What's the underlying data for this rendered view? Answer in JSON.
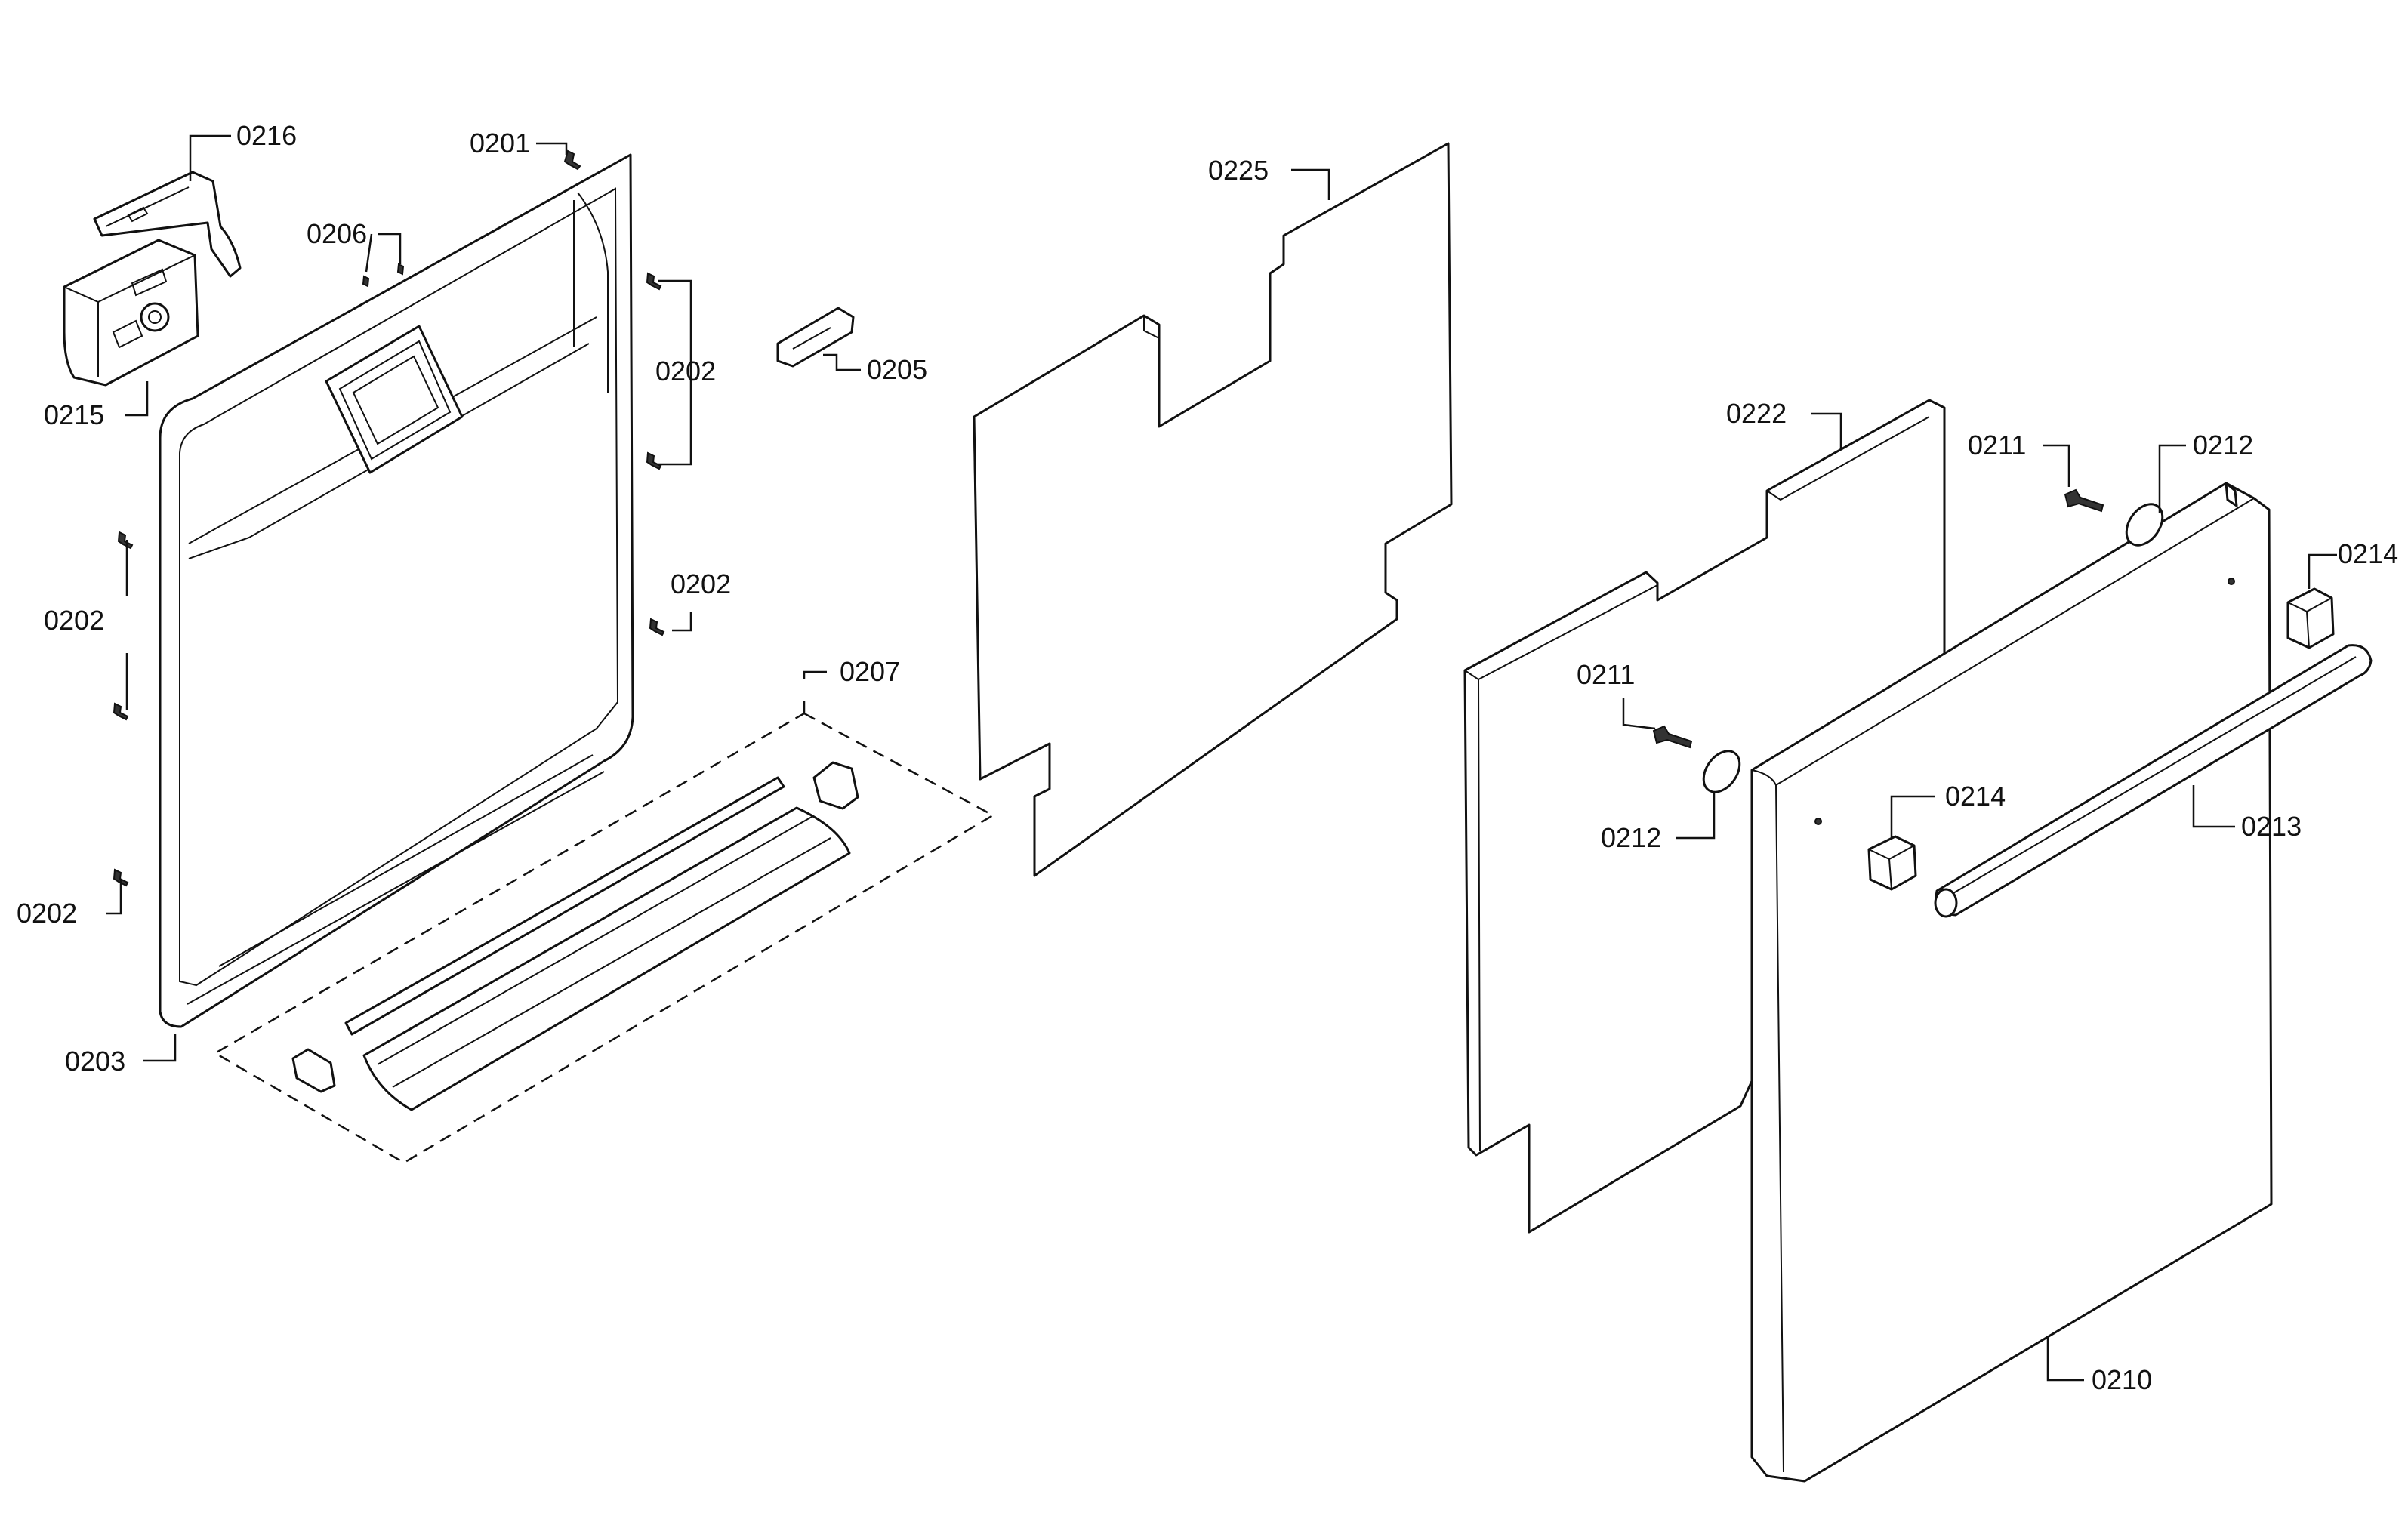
{
  "diagram": {
    "colors": {
      "line": "#111111",
      "background": "#ffffff"
    },
    "callouts": [
      {
        "id": "0216",
        "label": "0216"
      },
      {
        "id": "0201",
        "label": "0201"
      },
      {
        "id": "0206",
        "label": "0206"
      },
      {
        "id": "0215",
        "label": "0215"
      },
      {
        "id": "0202a",
        "label": "0202"
      },
      {
        "id": "0202b",
        "label": "0202"
      },
      {
        "id": "0202c",
        "label": "0202"
      },
      {
        "id": "0202d",
        "label": "0202"
      },
      {
        "id": "0205",
        "label": "0205"
      },
      {
        "id": "0207",
        "label": "0207"
      },
      {
        "id": "0203",
        "label": "0203"
      },
      {
        "id": "0225",
        "label": "0225"
      },
      {
        "id": "0222",
        "label": "0222"
      },
      {
        "id": "0211a",
        "label": "0211"
      },
      {
        "id": "0212a",
        "label": "0212"
      },
      {
        "id": "0214a",
        "label": "0214"
      },
      {
        "id": "0211b",
        "label": "0211"
      },
      {
        "id": "0212b",
        "label": "0212"
      },
      {
        "id": "0214b",
        "label": "0214"
      },
      {
        "id": "0213",
        "label": "0213"
      },
      {
        "id": "0210",
        "label": "0210"
      }
    ]
  }
}
